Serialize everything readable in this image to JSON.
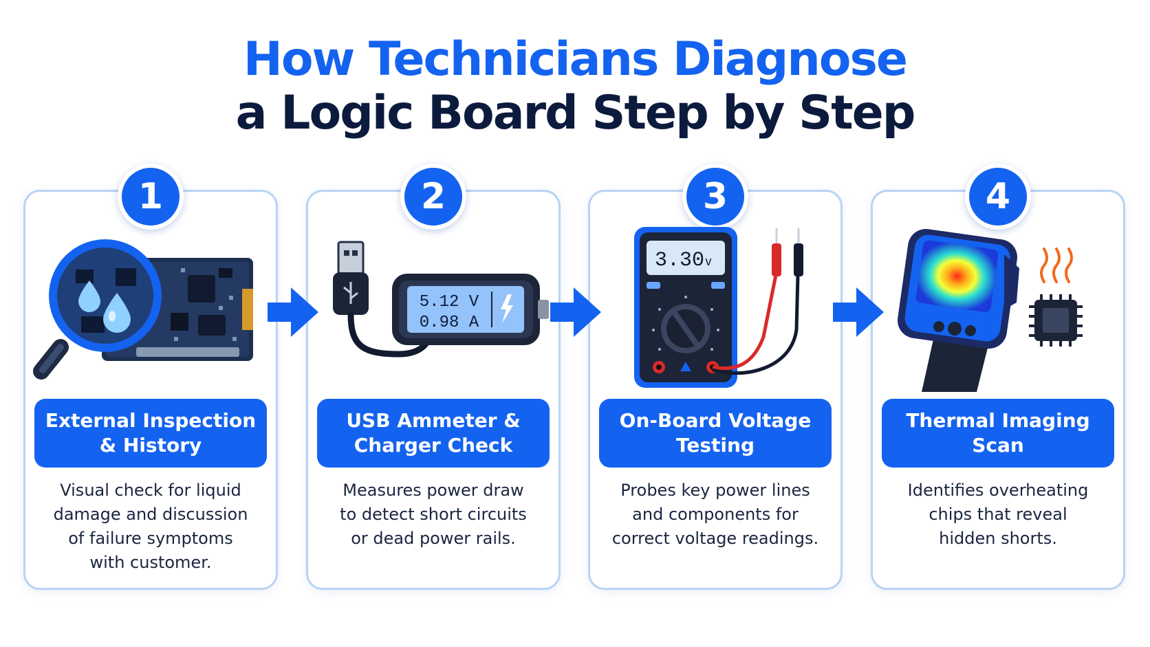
{
  "title": {
    "line1": "How Technicians Diagnose",
    "line2": "a Logic Board Step by Step"
  },
  "colors": {
    "accent": "#1463f0",
    "dark": "#0c1b3d",
    "card_border": "#b8d3f4"
  },
  "steps": [
    {
      "number": "1",
      "icon": "magnifier-logic-board-icon",
      "label_line1": "External Inspection",
      "label_line2": "& History",
      "desc_line1": "Visual check for liquid",
      "desc_line2": "damage and discussion",
      "desc_line3": "of failure symptoms",
      "desc_line4": "with customer."
    },
    {
      "number": "2",
      "icon": "usb-ammeter-icon",
      "label_line1": "USB Ammeter &",
      "label_line2": "Charger Check",
      "desc_line1": "Measures power draw",
      "desc_line2": "to detect short circuits",
      "desc_line3": "or dead power rails.",
      "meter_voltage": "5.12 V",
      "meter_current": "0.98 A"
    },
    {
      "number": "3",
      "icon": "multimeter-icon",
      "label_line1": "On-Board Voltage",
      "label_line2": "Testing",
      "desc_line1": "Probes key power lines",
      "desc_line2": "and components for",
      "desc_line3": "correct voltage readings.",
      "meter_reading": "3.30",
      "meter_unit": "v"
    },
    {
      "number": "4",
      "icon": "thermal-camera-icon",
      "label_line1": "Thermal Imaging",
      "label_line2": "Scan",
      "desc_line1": "Identifies overheating",
      "desc_line2": "chips that reveal",
      "desc_line3": "hidden shorts."
    }
  ]
}
